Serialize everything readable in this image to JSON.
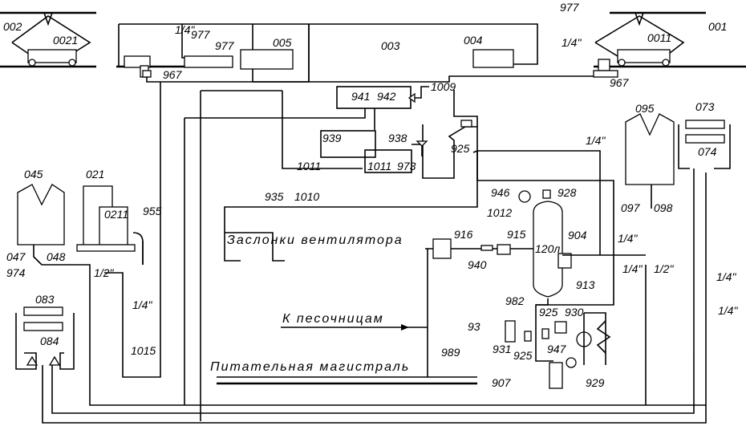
{
  "labels": [
    "002",
    "0021",
    "1/4\"",
    "977",
    "005",
    "977",
    "003",
    "004",
    "977",
    "1/4\"",
    "0011",
    "001",
    "967",
    "967",
    "941",
    "942",
    "1009",
    "939",
    "938",
    "1011",
    "1011",
    "973",
    "925",
    "1/4\"",
    "095",
    "073",
    "074",
    "045",
    "021",
    "0211",
    "955",
    "935",
    "1010",
    "946",
    "928",
    "1012",
    "904",
    "097",
    "098",
    "916",
    "915",
    "120л",
    "940",
    "1/4\"",
    "913",
    "1/4\"",
    "1/2\"",
    "1/4\"",
    "047",
    "048",
    "974",
    "1/2\"",
    "083",
    "084",
    "1/4\"",
    "1015",
    "982",
    "925",
    "930",
    "1/4\"",
    "93",
    "931",
    "925",
    "947",
    "989",
    "907",
    "929"
  ],
  "captions": {
    "fan_dampers": "Заслонки вентилятора",
    "to_sandboxes": "К песочницам",
    "feed_line": "Питательная магистраль"
  }
}
